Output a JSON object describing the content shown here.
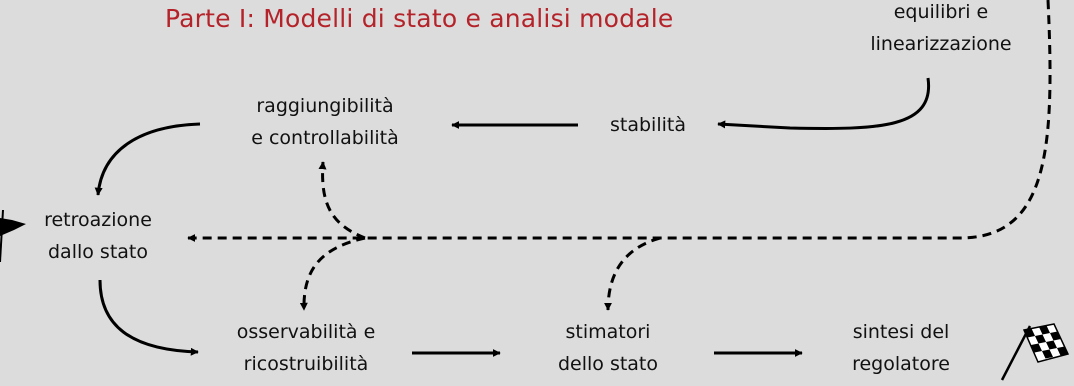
{
  "title": "Parte I: Modelli di stato e analisi modale",
  "nodes": {
    "equilibri": [
      "equilibri e",
      "linearizzazione"
    ],
    "stabilita": [
      "stabilità"
    ],
    "raggiungibilita": [
      "raggiungibilità",
      "e controllabilità"
    ],
    "retroazione": [
      "retroazione",
      "dallo stato"
    ],
    "osservabilita": [
      "osservabilità e",
      "ricostruibilità"
    ],
    "stimatori": [
      "stimatori",
      "dello stato"
    ],
    "sintesi": [
      "sintesi del",
      "regolatore"
    ]
  },
  "icons": {
    "start": "flag-icon",
    "end": "checkered-flag-icon"
  }
}
